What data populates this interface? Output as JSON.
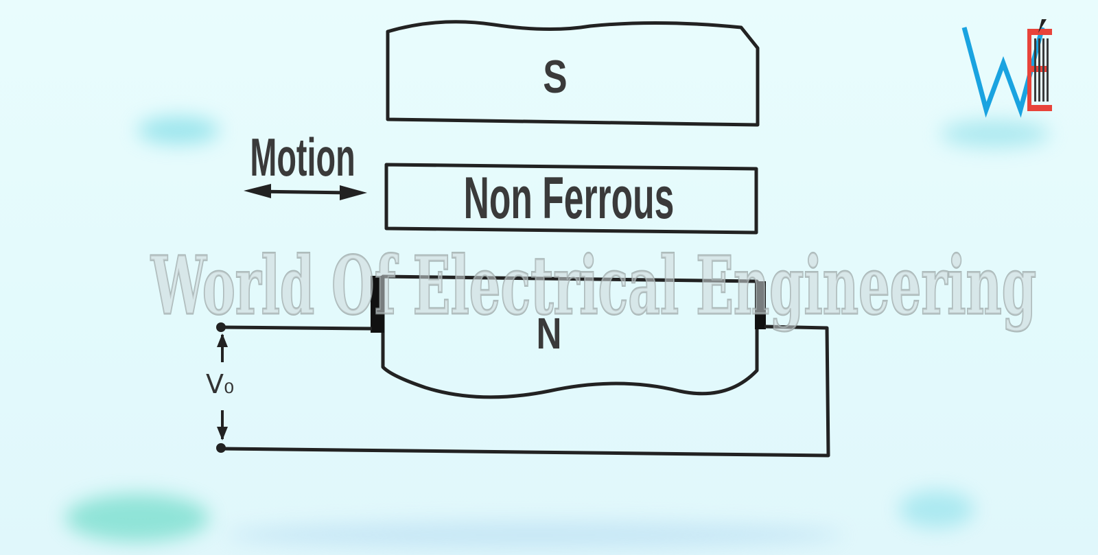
{
  "diagram": {
    "labels": {
      "south_pole": "S",
      "north_pole": "N",
      "conductor": "Non Ferrous",
      "motion": "Motion",
      "voltage": "V₀"
    }
  },
  "watermark": {
    "text": "World Of Electrical Engineering"
  },
  "logo": {
    "letters": "WE",
    "colors": {
      "w": "#1aa3e0",
      "e": "#e8433a",
      "stripes": "#3a3a3a"
    }
  },
  "colors": {
    "background": "#e6fbfd",
    "ink": "#222222",
    "label": "#3a3a3a"
  }
}
